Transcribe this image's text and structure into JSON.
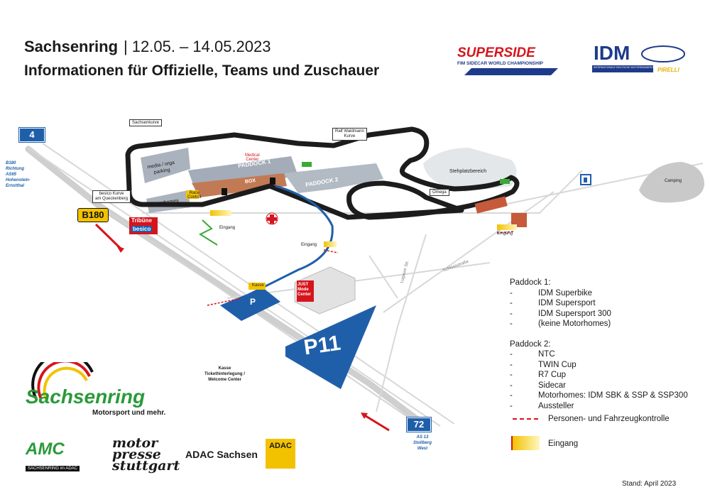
{
  "header": {
    "venue": "Sachsenring",
    "date": "12.05. – 14.05.2023",
    "subtitle": "Informationen für Offizielle, Teams und Zuschauer"
  },
  "logos": {
    "superside_main": "SUPERSIDE",
    "superside_sub": "FIM SIDECAR WORLD CHAMPIONSHIP",
    "idm_main": "IDM",
    "idm_sub": "INTERNATIONALE DEUTSCHE MOTORRADMEISTERSCHAFT",
    "idm_sponsor": "PIRELLI",
    "sachsenring_logo": "Sachsenring",
    "sachsenring_tagline": "Motorsport und mehr.",
    "amc": "AMC",
    "amc_sub": "SACHSENRING im ADAC",
    "motorpresse": [
      "motor",
      "presse",
      "stuttgart"
    ],
    "adac_sachsen": "ADAC Sachsen",
    "adac": "ADAC"
  },
  "map": {
    "road_4": "4",
    "road_b180": "B180",
    "road_72": "72",
    "b180_direction": [
      "B180",
      "Richtung",
      "AS65",
      "Hohenstein-",
      "Ernstthal"
    ],
    "as13_direction": [
      "AS 13",
      "Stollberg",
      "West"
    ],
    "sachsenkurve": "Sachsenkurve",
    "ralf_waldmann": [
      "Ralf Waldmann",
      "Kurve"
    ],
    "media_orga": [
      "media / orga",
      "parking"
    ],
    "medical_center": [
      "Medical",
      "Center"
    ],
    "paddock1": "PADDOCK 1",
    "paddock2": "PADDOCK 2",
    "box": "BOX",
    "race_control": [
      "Race",
      "Control"
    ],
    "motorhomes": "Motorhomes",
    "besico_kurve": [
      "besico Kurve",
      "am Queckenberg"
    ],
    "tribune": "Tribüne",
    "besico": "besico",
    "eingang": "Eingang",
    "stehplatzbereich": "Stehplatzbereich",
    "omega": "Omega",
    "camping": "Camping",
    "kasse": "Kasse",
    "kasse_label": [
      "Kasse",
      "Tickethinterlegung /",
      "Welcome Center"
    ],
    "p": "P",
    "p11": "P11",
    "mode_center": [
      "JUST",
      "Mode",
      "Center"
    ],
    "street1": "Schlossstraße",
    "street2": "Lugauer Str."
  },
  "legend": {
    "paddock1_title": "Paddock 1:",
    "paddock1_items": [
      "IDM Superbike",
      "IDM Supersport",
      "IDM Supersport 300",
      "(keine Motorhomes)"
    ],
    "paddock2_title": "Paddock 2:",
    "paddock2_items": [
      "NTC",
      "TWIN Cup",
      "R7 Cup",
      "Sidecar",
      "Motorhomes: IDM SBK & SSP & SSP300",
      "Aussteller"
    ],
    "dash": "-",
    "control_label": "Personen- und Fahrzeugkontrolle",
    "entrance_label": "Eingang"
  },
  "footer": {
    "stand": "Stand: April 2023"
  },
  "colors": {
    "track": "#1c1c1c",
    "parking_blue": "#1f5faa",
    "building_grey": "#a8b0bc",
    "road_grey": "#c6c6c6",
    "entrance_yellow": "#f2c200",
    "red": "#d6141c",
    "green": "#3aa935"
  }
}
